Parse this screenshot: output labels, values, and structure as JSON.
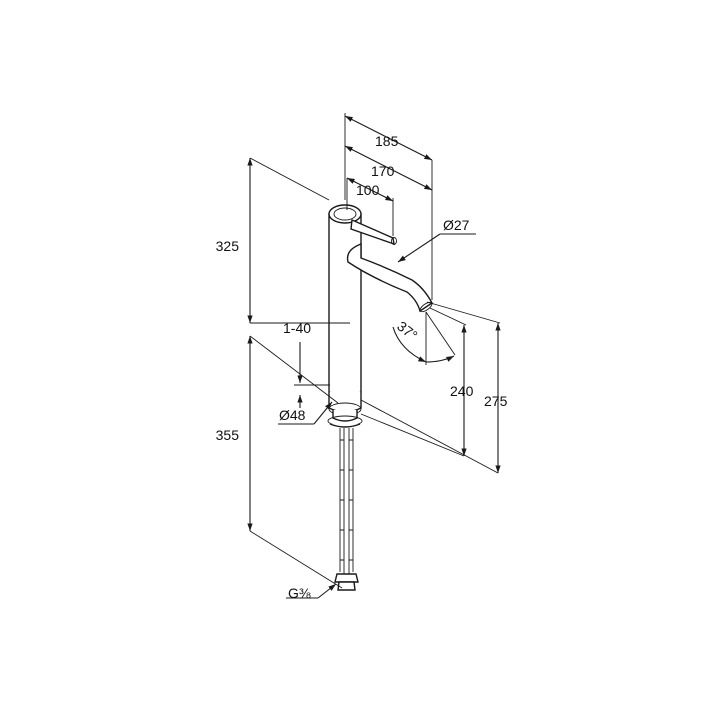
{
  "dimensions": {
    "width_185": "185",
    "width_170": "170",
    "width_100": "100",
    "spout_diameter": "Ø27",
    "height_325": "325",
    "adjust_1_40": "1-40",
    "base_diameter": "Ø48",
    "height_355": "355",
    "angle": "37°",
    "height_240": "240",
    "height_275": "275",
    "thread": "G⅜"
  }
}
